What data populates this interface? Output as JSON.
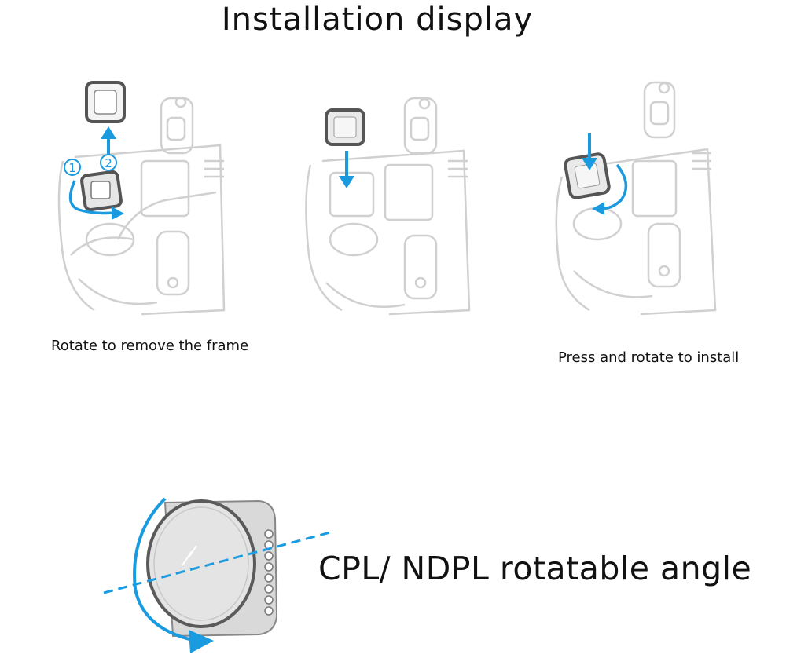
{
  "title": "Installation display",
  "captions": {
    "step1": "Rotate to remove the frame",
    "step3": "Press and rotate to install"
  },
  "markers": [
    "1",
    "2"
  ],
  "headline": "CPL/ NDPL rotatable angle",
  "colors": {
    "arrow": "#1a9be0",
    "drone_line": "#cfcfcf",
    "frame": "#555555",
    "filter_glass": "#e2e2e2"
  }
}
